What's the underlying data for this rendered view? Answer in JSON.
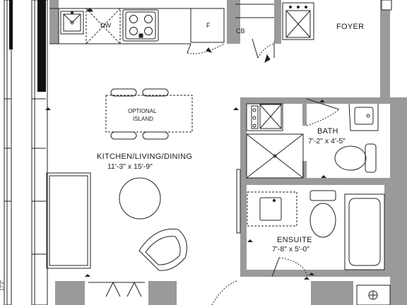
{
  "rooms": {
    "foyer": "FOYER",
    "bath": "BATH",
    "bath_dim": "7'-2\" x 4'-5\"",
    "kld": "KITCHEN/LIVING/DINING",
    "kld_dim": "11'-3\" x 15'-9\"",
    "ensuite": "ENSUITE",
    "ensuite_dim": "7'-8\" x 5'-0\""
  },
  "fixtures": {
    "island_line1": "OPTIONAL",
    "island_line2": "ISLAND",
    "dishwasher": "DW",
    "fridge": "F",
    "closet": "CB"
  },
  "edge_text": "17'2\"",
  "colors": {
    "wall": "#9a9a9a",
    "black_wall": "#111111",
    "line": "#222222",
    "background": "#ffffff"
  }
}
